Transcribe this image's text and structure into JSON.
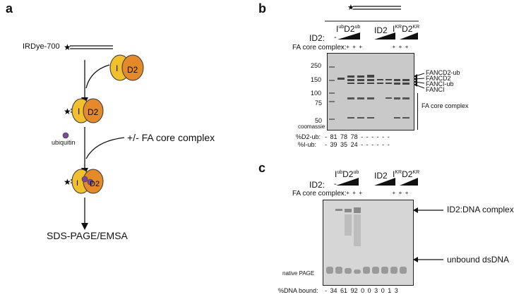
{
  "panels": {
    "a": {
      "letter": "a",
      "probe_label": "IRDye-700",
      "protein_I": "I",
      "protein_D2": "D2",
      "ubiquitin_label": "ubiquitin",
      "step_label": "+/- FA core complex",
      "readout_label": "SDS-PAGE/EMSA"
    },
    "b": {
      "letter": "b",
      "group_labels": [
        "I",
        "ub",
        "D2",
        "ub",
        "ID2",
        "I",
        "KR",
        "D2",
        "KR"
      ],
      "id2_label": "ID2:",
      "minus_sign": "-",
      "fa_core_label": "FA core complex:",
      "fa_core_lanes": [
        "-",
        "+",
        "+",
        "+",
        "+",
        "+",
        "+"
      ],
      "mw_markers": [
        "250",
        "150",
        "100",
        "75",
        "50"
      ],
      "coomassie_label": "coomassie",
      "band_labels": [
        "FANCD2-ub",
        "FANCD2",
        "FANCI-ub",
        "FANCI"
      ],
      "fa_core_bracket_label": "FA core complex",
      "d2ub_row_label": "%D2-ub:",
      "d2ub_values": [
        "-",
        "81",
        "78",
        "78",
        "-",
        "-",
        "-",
        "-",
        "-",
        "-"
      ],
      "iub_row_label": "%I-ub:",
      "iub_values": [
        "-",
        "39",
        "35",
        "24",
        "-",
        "-",
        "-",
        "-",
        "-",
        "-"
      ]
    },
    "c": {
      "letter": "c",
      "id2_label": "ID2:",
      "minus_sign": "-",
      "fa_core_label": "FA core complex:",
      "gel_label": "native PAGE",
      "complex_label": "ID2:DNA complex",
      "unbound_label": "unbound dsDNA",
      "dna_bound_label": "%DNA bound:",
      "dna_bound_values": [
        "-",
        "34",
        "61",
        "92",
        "0",
        "0",
        "3",
        "0",
        "1",
        "3"
      ]
    }
  },
  "colors": {
    "protein_I": "#f2c02c",
    "protein_D2": "#e58a2b",
    "ubiquitin": "#7b4a9c",
    "gel_bg": "#c9c9c9"
  }
}
